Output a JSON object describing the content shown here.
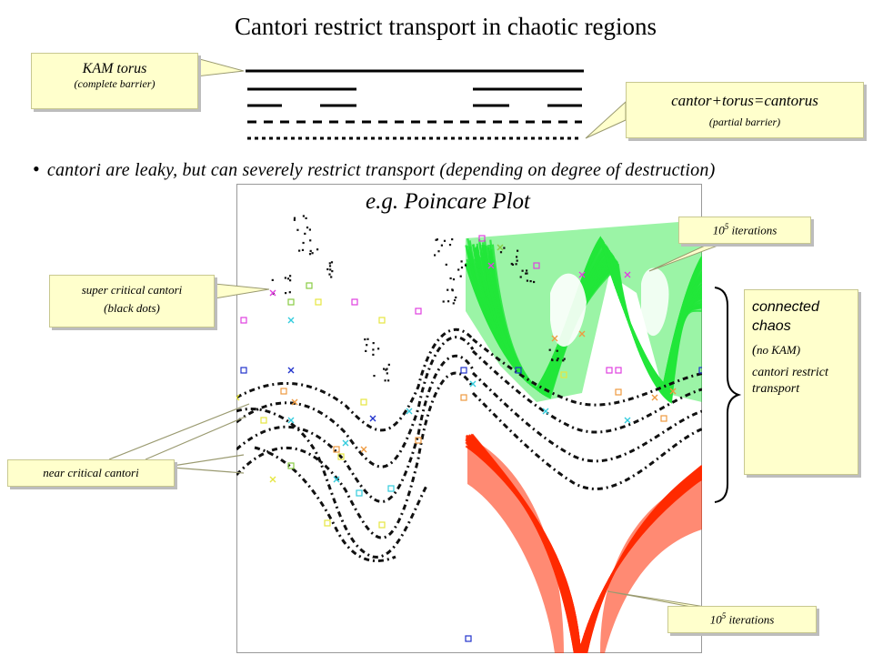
{
  "title": "Cantori restrict transport in chaotic regions",
  "callouts": {
    "kam": {
      "line1": "KAM torus",
      "line2": "(complete barrier)"
    },
    "cantorus": {
      "line1": "cantor+torus=cantorus",
      "line2": "(partial barrier)"
    },
    "super_critical": {
      "line1": "super critical cantori",
      "line2": "(black dots)"
    },
    "near_critical": {
      "line1": "near critical cantori"
    },
    "iter_top": {
      "base": "10",
      "exp": "5",
      "rest": " iterations"
    },
    "iter_bottom": {
      "base": "10",
      "exp": "5",
      "rest": " iterations"
    }
  },
  "bullet": {
    "marker": "•",
    "text": "cantori are leaky, but can severely restrict transport (depending on degree of destruction)"
  },
  "plot": {
    "title": "e.g. Poincare Plot"
  },
  "chaos_box": {
    "line1": "connected chaos",
    "line2a": "(",
    "line2b": "no KAM)",
    "line3": "cantori restrict transport"
  },
  "colors": {
    "green": "#22e63a",
    "red": "#ff2a00",
    "callout_fill": "#ffffcc",
    "magenta": "#e040e0",
    "orange": "#ee9a40",
    "cyan": "#33ccdd",
    "blue": "#2233cc",
    "yellow": "#e6e640",
    "olive": "#88cc44"
  }
}
